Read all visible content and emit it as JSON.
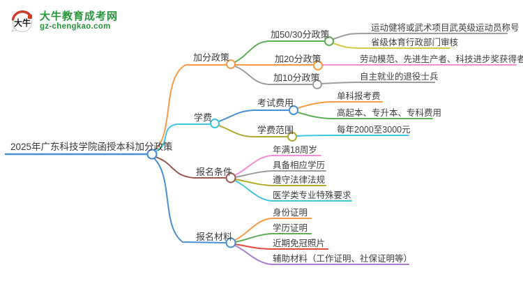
{
  "logo": {
    "name": "大牛教育成考网",
    "domain": "gz-chengkao.com",
    "icon_text": "大牛"
  },
  "mindmap": {
    "root_label": "2025年广东科技学院函授本科加分政策",
    "branches": [
      {
        "label": "加分政策",
        "children": [
          {
            "label": "加50/30分政策",
            "leaves": [
              "运动健将或武术项目武英级运动员称号",
              "省级体育行政部门审核"
            ]
          },
          {
            "label": "加20分政策",
            "leaves": [
              "劳动模范、先进生产者、科技进步奖获得者"
            ]
          },
          {
            "label": "加10分政策",
            "leaves": [
              "自主就业的退役士兵"
            ]
          }
        ]
      },
      {
        "label": "学费",
        "children": [
          {
            "label": "考试费用",
            "leaves": [
              "单科报考费",
              "高起本、专升本、专科费用"
            ]
          },
          {
            "label": "学费范围",
            "leaves": [
              "每年2000至3000元"
            ]
          }
        ]
      },
      {
        "label": "报名条件",
        "leaves": [
          "年满18周岁",
          "具备相应学历",
          "遵守法律法规",
          "医学类专业特殊要求"
        ]
      },
      {
        "label": "报名材料",
        "leaves": [
          "身份证明",
          "学历证明",
          "近期免冠照片",
          "辅助材料（工作证明、社保证明等）"
        ]
      }
    ]
  },
  "palette": {
    "brand_green": "#27963c",
    "logo_red": "#d43a28",
    "blue": "#4a8fd4",
    "orange": "#f79b47",
    "green": "#5fad56",
    "gray": "#9d9d9d",
    "yellow": "#d3ca45",
    "olive": "#b2aa2e",
    "pink": "#f18fd4",
    "cyan": "#3fc6de",
    "brown": "#99584f",
    "red": "#dc4a41",
    "purple": "#a87cd0",
    "text": "#3f3f3f"
  }
}
